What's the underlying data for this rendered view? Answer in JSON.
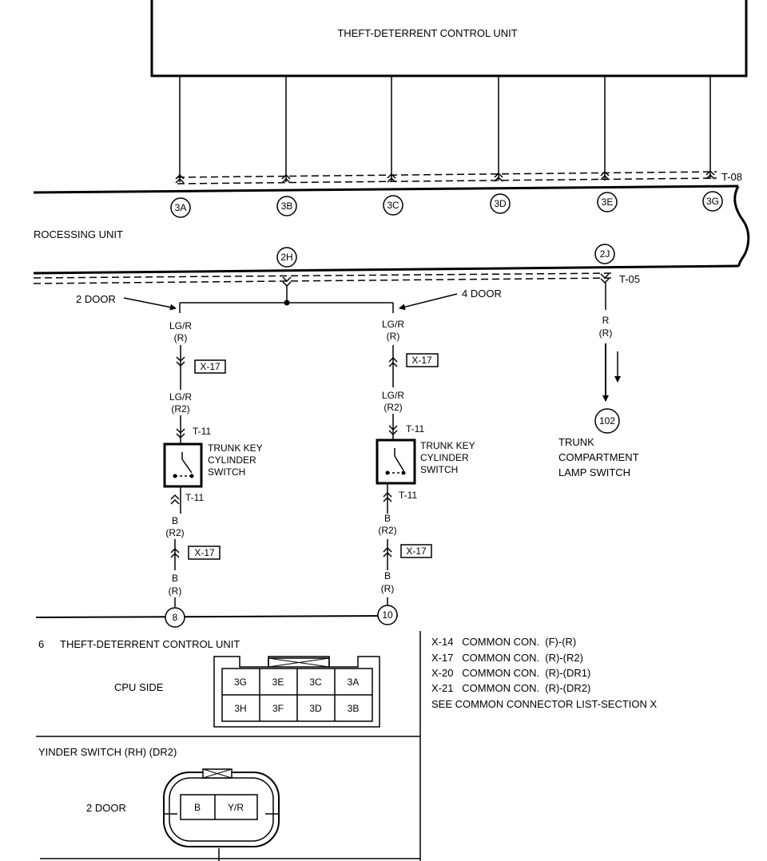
{
  "control_unit_title": "THEFT-DETERRENT CONTROL UNIT",
  "processing_unit_label": "ROCESSING UNIT",
  "connectors": {
    "t08": "T-08",
    "t05": "T-05",
    "t11": "T-11",
    "x17": "X-17"
  },
  "pins_top": [
    "3A",
    "3B",
    "3C",
    "3D",
    "3E",
    "3G"
  ],
  "pins_mid": [
    "2H",
    "2J"
  ],
  "door_labels": {
    "two": "2 DOOR",
    "four": "4 DOOR"
  },
  "wires": {
    "lgr": "LG/R",
    "r": "(R)",
    "r2": "(R2)",
    "b": "B",
    "rr": "R"
  },
  "switch_label": [
    "TRUNK KEY",
    "CYLINDER",
    "SWITCH"
  ],
  "ground_8": "8",
  "ground_10": "10",
  "lamp_ref": "102",
  "lamp_label": [
    "TRUNK",
    "COMPARTMENT",
    "LAMP SWITCH"
  ],
  "connector_view": {
    "title_prefix": "6",
    "title": "THEFT-DETERRENT CONTROL UNIT",
    "side_label": "CPU SIDE",
    "row1": [
      "3G",
      "3E",
      "3C",
      "3A"
    ],
    "row2": [
      "3H",
      "3F",
      "3D",
      "3B"
    ]
  },
  "switch_view": {
    "title": "YINDER SWITCH (RH) (DR2)",
    "door_label": "2 DOOR",
    "pins": [
      "B",
      "Y/R"
    ]
  },
  "legend": [
    "X-14   COMMON CON.  (F)-(R)",
    "X-17   COMMON CON.  (R)-(R2)",
    "X-20   COMMON CON.  (R)-(DR1)",
    "X-21   COMMON CON.  (R)-(DR2)",
    "SEE COMMON CONNECTOR LIST-SECTION X"
  ]
}
